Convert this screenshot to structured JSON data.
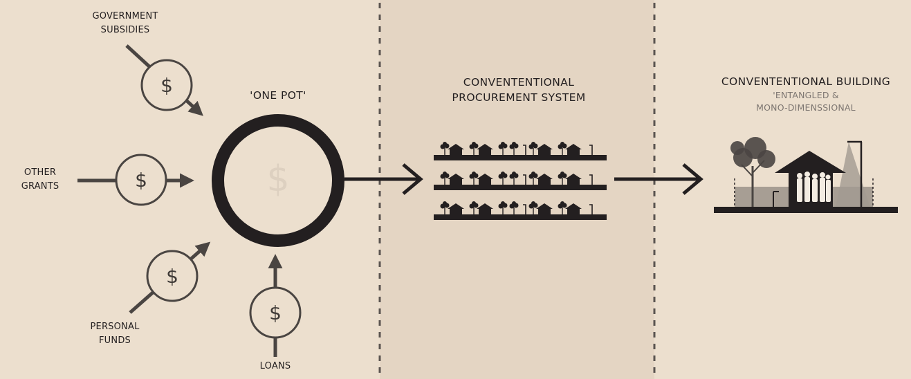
{
  "sources": {
    "government_subsidies": [
      "GOVERNMENT",
      "SUBSIDIES"
    ],
    "other_grants": [
      "OTHER",
      "GRANTS"
    ],
    "personal_funds": [
      "PERSONAL",
      "FUNDS"
    ],
    "loans": "LOANS"
  },
  "currency_symbol": "$",
  "pot_label": "'ONE POT'",
  "procurement": {
    "title": [
      "CONVENTENTIONAL",
      "PROCUREMENT SYSTEM"
    ]
  },
  "building": {
    "title": "CONVENTENTIONAL  BUILDING",
    "subtitle": [
      "'ENTANGLED &",
      "MONO-DIMENSSIONAL"
    ]
  },
  "colors": {
    "background": "#ecdfce",
    "middle_panel": "#e4d5c3",
    "ink": "#231f20",
    "arrow": "#4a4542",
    "divider": "#5a5450"
  }
}
